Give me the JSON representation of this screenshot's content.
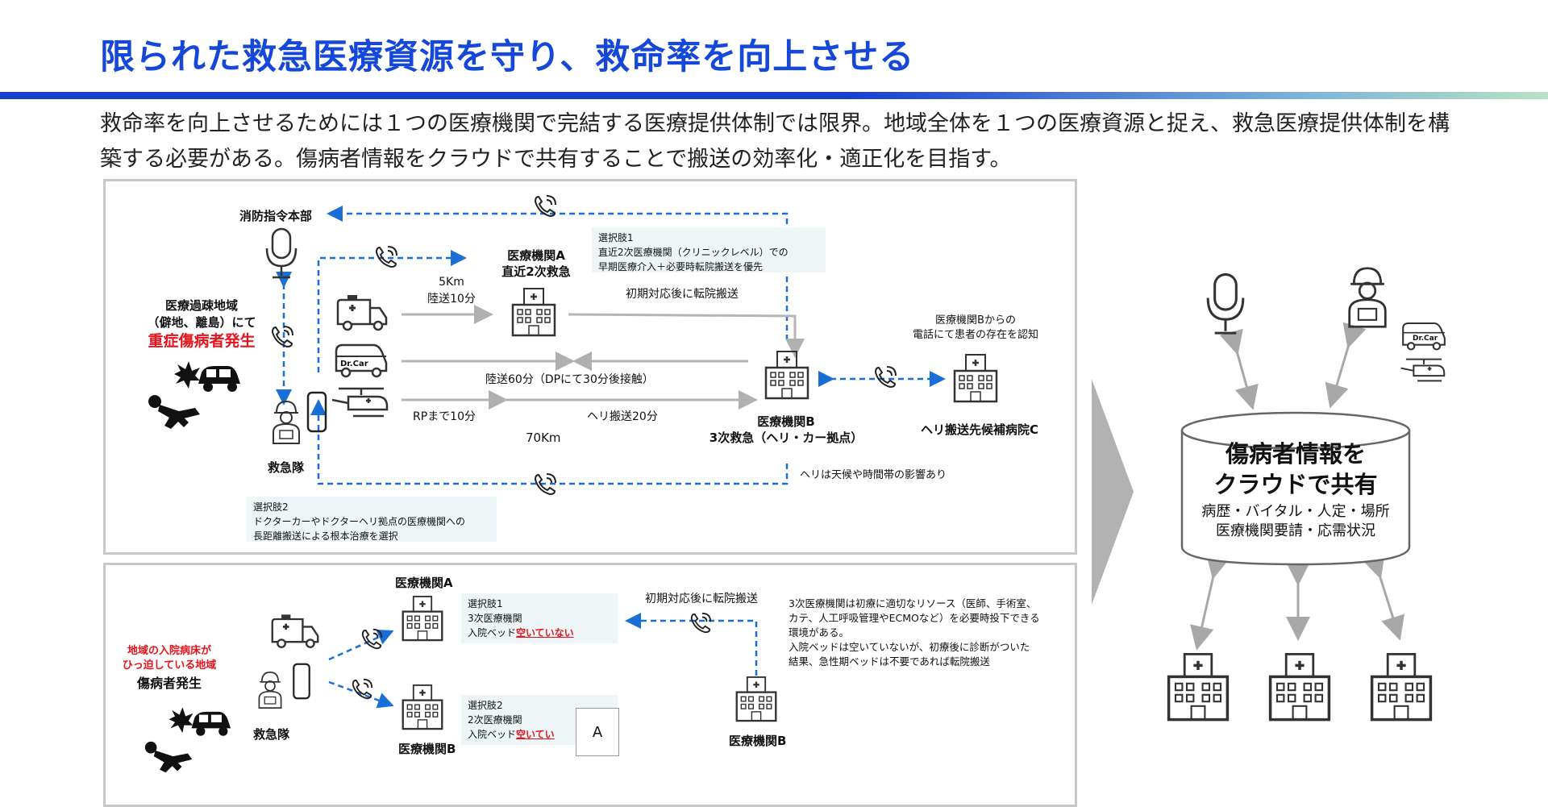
{
  "title": "限られた救急医療資源を守り、救命率を向上させる",
  "intro": "救命率を向上させるためには１つの医療機関で完結する医療提供体制では限界。地域全体を１つの医療資源と捉え、救急医療提供体制を構築する必要がある。傷病者情報をクラウドで共有することで搬送の効率化・適正化を目指す。",
  "top_panel": {
    "hq_label": "消防指令本部",
    "region_line1": "医療過疎地域",
    "region_line2": "（僻地、離島）にて",
    "region_line3": "重症傷病者発生",
    "team_label": "救急隊",
    "hospital_a_line1": "医療機関A",
    "hospital_a_line2": "直近2次救急",
    "hospital_b_line1": "医療機関B",
    "hospital_b_line2": "3次救急（ヘリ・カー拠点）",
    "hospital_c_label": "ヘリ搬送先候補病院C",
    "dist_5km": "5Km",
    "land_10": "陸送10分",
    "initial_transfer": "初期対応後に転院搬送",
    "land_60": "陸送60分（DPにて30分後接触）",
    "rp_10": "RPまで10分",
    "heli_20": "ヘリ搬送20分",
    "dist_70km": "70Km",
    "c_note_line1": "医療機関Bからの",
    "c_note_line2": "電話にて患者の存在を認知",
    "heli_weather": "ヘリは天候や時間帯の影響あり",
    "option1": [
      "選択肢1",
      "直近2次医療機関（クリニックレベル）での",
      "早期医療介入＋必要時転院搬送を優先"
    ],
    "option2": [
      "選択肢2",
      "ドクターカーやドクターヘリ拠点の医療機関への",
      "長距離搬送による根本治療を選択"
    ],
    "drcar_label": "Dr.Car"
  },
  "bottom_panel": {
    "region_line1": "地域の入院病床が",
    "region_line2": "ひっ迫している地域",
    "region_line3": "傷病者発生",
    "team_label": "救急隊",
    "hospital_a_label": "医療機関A",
    "hospital_b_label": "医療機関B",
    "hospital_b3_label": "医療機関B",
    "initial_transfer": "初期対応後に転院搬送",
    "option1": [
      "選択肢1",
      "3次医療機関",
      "入院ベッド",
      "空いていない"
    ],
    "option2": [
      "選択肢2",
      "2次医療機関",
      "入院ベッド",
      "空いてい"
    ],
    "popup_label": "A",
    "explanation": [
      "3次医療機関は初療に適切なリソース（医師、手術室、",
      "カテ、人工呼吸管理やECMOなど）を必要時投下できる",
      "環境がある。",
      "入院ベッドは空いていないが、初療後に診断がついた",
      "結果、急性期ベッドは不要であれば転院搬送"
    ]
  },
  "cloud": {
    "line1": "傷病者情報を",
    "line2": "クラウドで共有",
    "line3": "病歴・バイタル・人定・場所",
    "line4": "医療機関要請・応需状況",
    "drcar_label": "Dr.Car"
  },
  "colors": {
    "title": "#1548d8",
    "red": "#e8141c",
    "dashed_arrow": "#1a6fd6",
    "gray_arrow": "#b5b5b5"
  }
}
